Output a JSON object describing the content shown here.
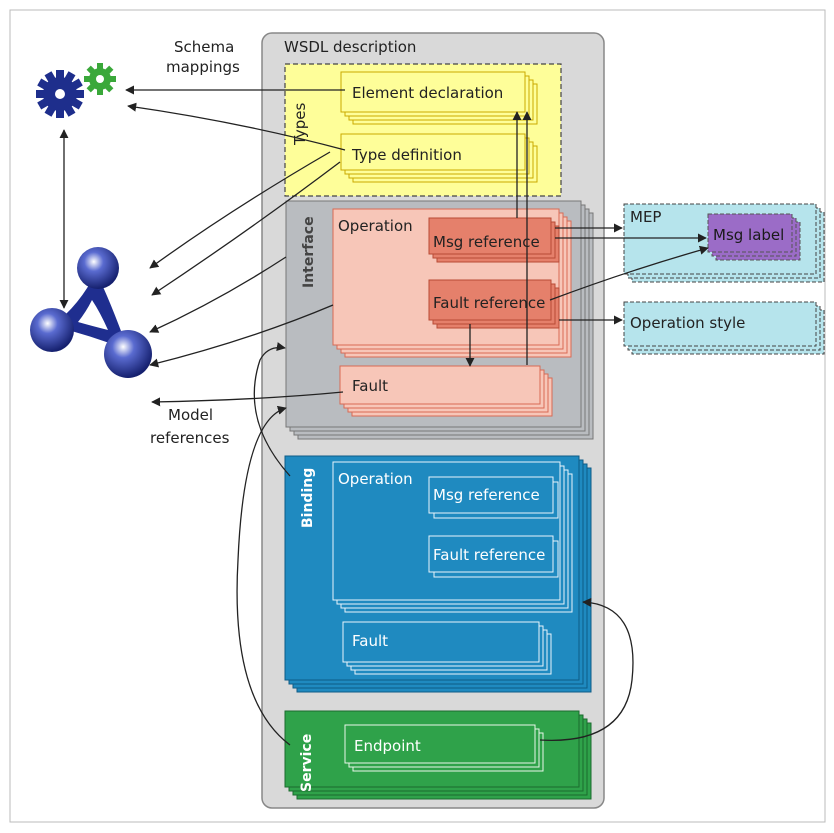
{
  "labels": {
    "wsdl_description": "WSDL description",
    "schema_mappings_1": "Schema",
    "schema_mappings_2": "mappings",
    "model_references_1": "Model",
    "model_references_2": "references",
    "types": "Types",
    "element_declaration": "Element declaration",
    "type_definition": "Type definition",
    "interface": "Interface",
    "interface_operation": "Operation",
    "interface_msg_reference": "Msg reference",
    "interface_fault_reference": "Fault reference",
    "interface_fault": "Fault",
    "mep": "MEP",
    "msg_label": "Msg label",
    "operation_style": "Operation style",
    "binding": "Binding",
    "binding_operation": "Operation",
    "binding_msg_reference": "Msg reference",
    "binding_fault_reference": "Fault reference",
    "binding_fault": "Fault",
    "service": "Service",
    "endpoint": "Endpoint"
  },
  "colors": {
    "wsdl_fill": "#d9d9d9",
    "types_fill": "#fefe99",
    "interface_fill": "#b9bcc0",
    "operation_fill": "#f7c6b8",
    "msgref_fill": "#e5806b",
    "mep_fill": "#b6e4ec",
    "msg_label_fill": "#9b6cc7",
    "binding_fill": "#1f8ac0",
    "service_fill": "#2fa24a",
    "gear_blue": "#1e2e8c",
    "gear_green": "#3aa83a",
    "ontology_blue": "#1f2e8f"
  }
}
